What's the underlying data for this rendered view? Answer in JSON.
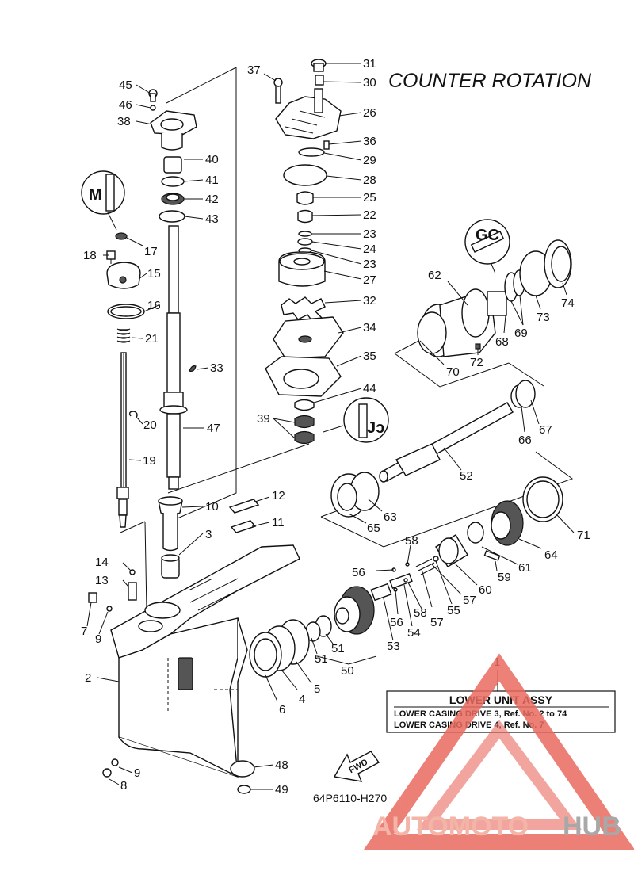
{
  "title": "COUNTER  ROTATION",
  "diagram_code": "64P6110-H270",
  "info_box": {
    "ref": "1",
    "name": "LOWER UNIT ASSY",
    "line1": "LOWER CASING DRIVE 3,  Ref. No. 2 to 74",
    "line2": "LOWER CASING DRIVE 4,  Ref. No. 7"
  },
  "fwd_label": "FWD",
  "watermark": {
    "part1": "AUTOMOTO",
    "part2": "HUB",
    "color1": "#f0a99a",
    "color2": "#9a9a9a",
    "logo_color": "#e8443a"
  },
  "icon_marks": {
    "m": "M",
    "gc": "GC",
    "lt": "Jɔ"
  },
  "callouts": [
    {
      "id": "c31",
      "text": "31"
    },
    {
      "id": "c30",
      "text": "30"
    },
    {
      "id": "c37",
      "text": "37"
    },
    {
      "id": "c45",
      "text": "45"
    },
    {
      "id": "c46",
      "text": "46"
    },
    {
      "id": "c38",
      "text": "38"
    },
    {
      "id": "c26",
      "text": "26"
    },
    {
      "id": "c36",
      "text": "36"
    },
    {
      "id": "c29",
      "text": "29"
    },
    {
      "id": "c40",
      "text": "40"
    },
    {
      "id": "c41",
      "text": "41"
    },
    {
      "id": "c28",
      "text": "28"
    },
    {
      "id": "c42",
      "text": "42"
    },
    {
      "id": "c25",
      "text": "25"
    },
    {
      "id": "c43",
      "text": "43"
    },
    {
      "id": "c22",
      "text": "22"
    },
    {
      "id": "c23a",
      "text": "23"
    },
    {
      "id": "c24",
      "text": "24"
    },
    {
      "id": "c17",
      "text": "17"
    },
    {
      "id": "c18",
      "text": "18"
    },
    {
      "id": "c23b",
      "text": "23"
    },
    {
      "id": "c27",
      "text": "27"
    },
    {
      "id": "c15",
      "text": "15"
    },
    {
      "id": "c62",
      "text": "62"
    },
    {
      "id": "c74",
      "text": "74"
    },
    {
      "id": "c32",
      "text": "32"
    },
    {
      "id": "c16",
      "text": "16"
    },
    {
      "id": "c73",
      "text": "73"
    },
    {
      "id": "c69",
      "text": "69"
    },
    {
      "id": "c34",
      "text": "34"
    },
    {
      "id": "c68",
      "text": "68"
    },
    {
      "id": "c21",
      "text": "21"
    },
    {
      "id": "c72",
      "text": "72"
    },
    {
      "id": "c35",
      "text": "35"
    },
    {
      "id": "c70",
      "text": "70"
    },
    {
      "id": "c33",
      "text": "33"
    },
    {
      "id": "c44",
      "text": "44"
    },
    {
      "id": "c39",
      "text": "39"
    },
    {
      "id": "c20",
      "text": "20"
    },
    {
      "id": "c47",
      "text": "47"
    },
    {
      "id": "c67",
      "text": "67"
    },
    {
      "id": "c66",
      "text": "66"
    },
    {
      "id": "c19",
      "text": "19"
    },
    {
      "id": "c52",
      "text": "52"
    },
    {
      "id": "c12",
      "text": "12"
    },
    {
      "id": "c10",
      "text": "10"
    },
    {
      "id": "c63",
      "text": "63"
    },
    {
      "id": "c11",
      "text": "11"
    },
    {
      "id": "c65",
      "text": "65"
    },
    {
      "id": "c71",
      "text": "71"
    },
    {
      "id": "c3",
      "text": "3"
    },
    {
      "id": "c58a",
      "text": "58"
    },
    {
      "id": "c64",
      "text": "64"
    },
    {
      "id": "c14",
      "text": "14"
    },
    {
      "id": "c61",
      "text": "61"
    },
    {
      "id": "c56a",
      "text": "56"
    },
    {
      "id": "c59",
      "text": "59"
    },
    {
      "id": "c13",
      "text": "13"
    },
    {
      "id": "c60",
      "text": "60"
    },
    {
      "id": "c57a",
      "text": "57"
    },
    {
      "id": "c55",
      "text": "55"
    },
    {
      "id": "c7",
      "text": "7"
    },
    {
      "id": "c58b",
      "text": "58"
    },
    {
      "id": "c57b",
      "text": "57"
    },
    {
      "id": "c56b",
      "text": "56"
    },
    {
      "id": "c9a",
      "text": "9"
    },
    {
      "id": "c54",
      "text": "54"
    },
    {
      "id": "c53",
      "text": "53"
    },
    {
      "id": "c51a",
      "text": "51"
    },
    {
      "id": "c51b",
      "text": "51"
    },
    {
      "id": "c50",
      "text": "50"
    },
    {
      "id": "c2",
      "text": "2"
    },
    {
      "id": "c4",
      "text": "4"
    },
    {
      "id": "c5",
      "text": "5"
    },
    {
      "id": "c6",
      "text": "6"
    },
    {
      "id": "c48",
      "text": "48"
    },
    {
      "id": "c9b",
      "text": "9"
    },
    {
      "id": "c8",
      "text": "8"
    },
    {
      "id": "c49",
      "text": "49"
    }
  ]
}
